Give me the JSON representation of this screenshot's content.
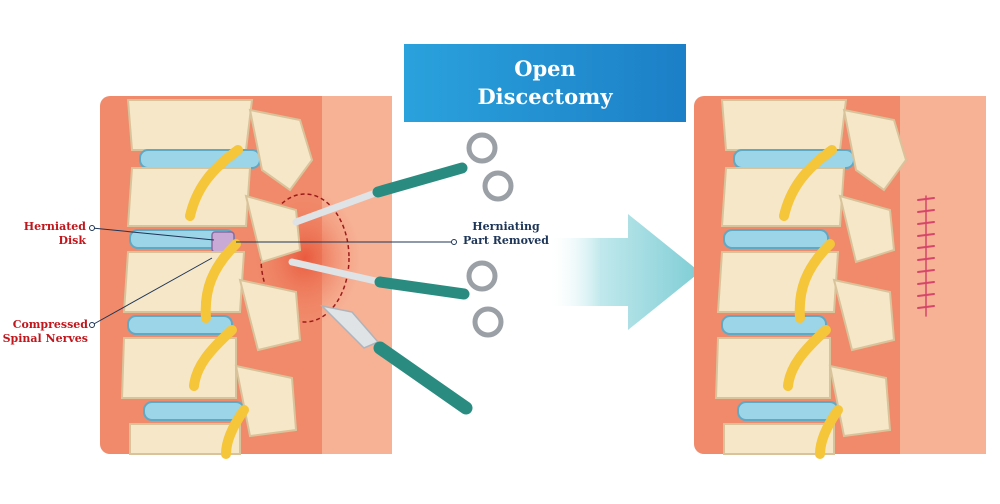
{
  "title": {
    "line1": "Open",
    "line2": "Discectomy"
  },
  "labels": {
    "herniated_disk": {
      "line1": "Herniated",
      "line2": "Disk"
    },
    "compressed_nerves": {
      "line1": "Compressed",
      "line2": "Spinal Nerves"
    },
    "herniating_part": {
      "line1": "Herniating",
      "line2": "Part Removed"
    }
  },
  "colors": {
    "tissue": "#f08a6a",
    "tissue_light": "#f7b195",
    "bone": "#f6e7c8",
    "disc": "#9cd4e8",
    "nerve": "#f5c53a",
    "tool": "#2a8c80",
    "steel": "#9aa0a6",
    "title_blue": "#1e86cc",
    "label_red": "#c0161c",
    "label_navy": "#1d3557",
    "arrow": "#8fd3d9"
  }
}
